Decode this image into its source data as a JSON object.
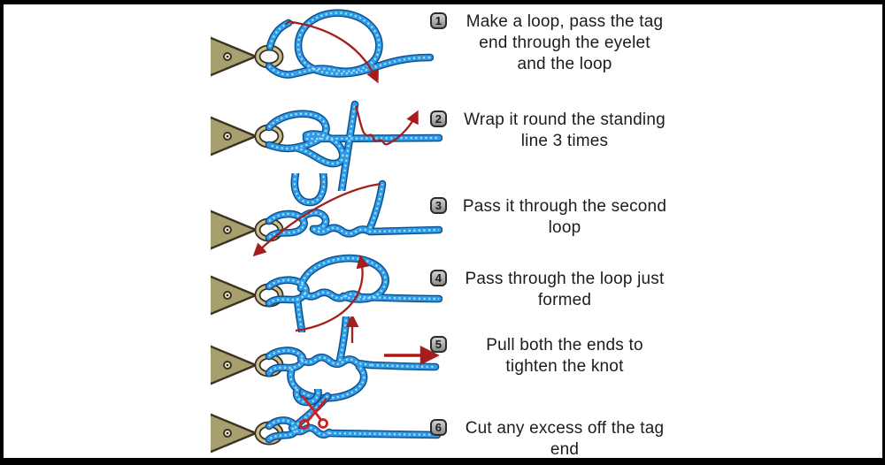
{
  "figure": {
    "subject": "fishing-knot-tying-instructions",
    "background": "#ffffff",
    "frame_color": "#000000"
  },
  "colors": {
    "rope": "#2e9be6",
    "rope_outline": "#0d4d8c",
    "rope_texture": "#a8dcf8",
    "arrow": "#a51d1d",
    "lure_body": "#a89f6e",
    "lure_outline": "#3b3222",
    "eyelet_inner": "#c9bf92",
    "badge_fill": "#b5b5b5",
    "badge_border": "#2b2b2b",
    "text": "#1c1c1c",
    "scissors": "#cc1f1f"
  },
  "steps": [
    {
      "number": "1",
      "lines": [
        "Make a loop, pass the tag",
        "end through the eyelet",
        "and the loop"
      ],
      "illustration": "loop-through-eyelet"
    },
    {
      "number": "2",
      "lines": [
        "Wrap it round the standing",
        "line 3 times"
      ],
      "illustration": "wrap-around-standing-line"
    },
    {
      "number": "3",
      "lines": [
        "Pass it through the second",
        "loop"
      ],
      "illustration": "pass-through-second-loop"
    },
    {
      "number": "4",
      "lines": [
        "Pass through the loop just",
        "formed"
      ],
      "illustration": "pass-through-loop-just-formed"
    },
    {
      "number": "5",
      "lines": [
        "Pull both the ends to",
        "tighten the knot"
      ],
      "illustration": "pull-ends-tighten-knot"
    },
    {
      "number": "6",
      "lines": [
        "Cut any excess off the tag",
        "end"
      ],
      "illustration": "cut-excess-tag-end"
    }
  ]
}
